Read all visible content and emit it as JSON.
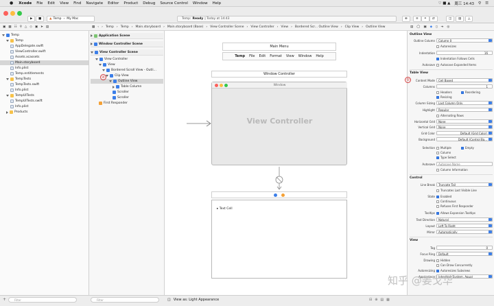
{
  "menubar": {
    "apple": "",
    "items": [
      "Xcode",
      "File",
      "Edit",
      "View",
      "Find",
      "Navigate",
      "Editor",
      "Product",
      "Debug",
      "Source Control",
      "Window",
      "Help"
    ],
    "clock": "周三 14:43"
  },
  "toolbar": {
    "scheme": "Temp",
    "device": "My Mac",
    "status_prefix": "Temp:",
    "status_state": "Ready",
    "status_time": "| Today at 14:43"
  },
  "jumpbar": [
    "Temp",
    "Temp",
    "Main.storyboard",
    "Main.storyboard (Base)",
    "View Controller Scene",
    "View Controller",
    "View",
    "Bordered Scr... Outline View",
    "Clip View",
    "Outline View"
  ],
  "navigator": {
    "items": [
      {
        "label": "Temp",
        "depth": 0,
        "type": "project",
        "open": true
      },
      {
        "label": "Temp",
        "depth": 1,
        "type": "folder",
        "open": true
      },
      {
        "label": "AppDelegate.swift",
        "depth": 2,
        "type": "file"
      },
      {
        "label": "ViewController.swift",
        "depth": 2,
        "type": "file"
      },
      {
        "label": "Assets.xcassets",
        "depth": 2,
        "type": "file"
      },
      {
        "label": "Main.storyboard",
        "depth": 2,
        "type": "file",
        "selected": true
      },
      {
        "label": "Info.plist",
        "depth": 2,
        "type": "file"
      },
      {
        "label": "Temp.entitlements",
        "depth": 2,
        "type": "file"
      },
      {
        "label": "TempTests",
        "depth": 1,
        "type": "folder",
        "open": true
      },
      {
        "label": "TempTests.swift",
        "depth": 2,
        "type": "file"
      },
      {
        "label": "Info.plist",
        "depth": 2,
        "type": "file"
      },
      {
        "label": "TempUITests",
        "depth": 1,
        "type": "folder",
        "open": true
      },
      {
        "label": "TempUITests.swift",
        "depth": 2,
        "type": "file"
      },
      {
        "label": "Info.plist",
        "depth": 2,
        "type": "file"
      },
      {
        "label": "Products",
        "depth": 1,
        "type": "folder",
        "open": false
      }
    ],
    "filter_placeholder": "Filter"
  },
  "outline": {
    "scenes": [
      {
        "label": "Application Scene",
        "open": false
      },
      {
        "label": "Window Controller Scene",
        "open": false
      },
      {
        "label": "View Controller Scene",
        "open": true
      }
    ],
    "items": [
      {
        "label": "View Controller",
        "depth": 1,
        "icon": "blue"
      },
      {
        "label": "View",
        "depth": 2,
        "icon": "blue"
      },
      {
        "label": "Bordered Scroll View - Outli...",
        "depth": 3,
        "icon": "blue"
      },
      {
        "label": "Clip View",
        "depth": 4,
        "icon": "blue"
      },
      {
        "label": "Outline View",
        "depth": 5,
        "icon": "blue",
        "selected": true
      },
      {
        "label": "Table Column",
        "depth": 6,
        "icon": "blue"
      },
      {
        "label": "Scroller",
        "depth": 5,
        "icon": "blue"
      },
      {
        "label": "Scroller",
        "depth": 5,
        "icon": "blue"
      },
      {
        "label": "First Responder",
        "depth": 1,
        "icon": "orange"
      }
    ],
    "annotation": "④",
    "filter_placeholder": "Filter"
  },
  "canvas": {
    "main_menu_title": "Main Menu",
    "menu_items": [
      "Temp",
      "File",
      "Edit",
      "Format",
      "View",
      "Window",
      "Help"
    ],
    "window_scene_title": "Window Controller",
    "window_title": "Window",
    "vc_label": "View Controller",
    "cell_label": "Text Cell",
    "view_as": "View as: Light Appearance"
  },
  "inspector": {
    "outline_header": "Outline View",
    "outline_column_label": "Outline Column",
    "outline_column_value": "Column 0",
    "autoresizes": "Autoresizes",
    "indentation_label": "Indentation",
    "indentation_value": "16",
    "indentation_follows": "Indentation Follows Cells",
    "autosave_label": "Autosave",
    "autosave_value": "Autosave Expanded Items",
    "table_header": "Table View",
    "content_mode_label": "Content Mode",
    "content_mode_value": "Cell Based",
    "annotation": "⑤",
    "columns_label": "Columns",
    "columns_value": "1",
    "headers": "Headers",
    "reordering": "Reordering",
    "resizing": "Resizing",
    "col_sizing_label": "Column Sizing",
    "col_sizing_value": "Last Column Only",
    "highlight_label": "Highlight",
    "highlight_value": "Regular",
    "alternating": "Alternating Rows",
    "hgrid_label": "Horizontal Grid",
    "hgrid_value": "None",
    "vgrid_label": "Vertical Grid",
    "vgrid_value": "None",
    "gridcolor_label": "Grid Color",
    "gridcolor_value": "Default (Grid Color)",
    "bg_label": "Background",
    "bg_value": "Default (Control Ba...",
    "selection_label": "Selection",
    "sel_multiple": "Multiple",
    "sel_empty": "Empty",
    "sel_column": "Column",
    "sel_type": "Type Select",
    "autosave2_label": "Autosave",
    "autosave2_placeholder": "Autosave Name",
    "column_info": "Column Information",
    "control_header": "Control",
    "linebreak_label": "Line Break",
    "linebreak_value": "Truncate Tail",
    "truncates_last": "Truncates Last Visible Line",
    "state_label": "State",
    "enabled": "Enabled",
    "continuous": "Continuous",
    "refuses": "Refuses First Responder",
    "tooltips_label": "Tooltips",
    "allows_exp": "Allows Expansion Tooltips",
    "textdir_label": "Text Direction",
    "textdir_value": "Natural",
    "layout_label": "Layout",
    "layout_value": "Left To Right",
    "mirror_label": "Mirror",
    "mirror_value": "Automatically",
    "view_header": "View",
    "tag_label": "Tag",
    "tag_value": "0",
    "focus_label": "Focus Ring",
    "focus_value": "Default",
    "drawing_label": "Drawing",
    "hidden": "Hidden",
    "concurrent": "Can Draw Concurrently",
    "autoresizing_label": "Autoresizing",
    "autoresizes_sub": "Autoresizes Subviews",
    "appearance_label": "Appearance",
    "appearance_value": "Inherited (System, Aqua)"
  },
  "watermark": "知乎 @姜戈华",
  "colors": {
    "accent": "#3b7ee8",
    "annotation": "#d43c3c"
  }
}
